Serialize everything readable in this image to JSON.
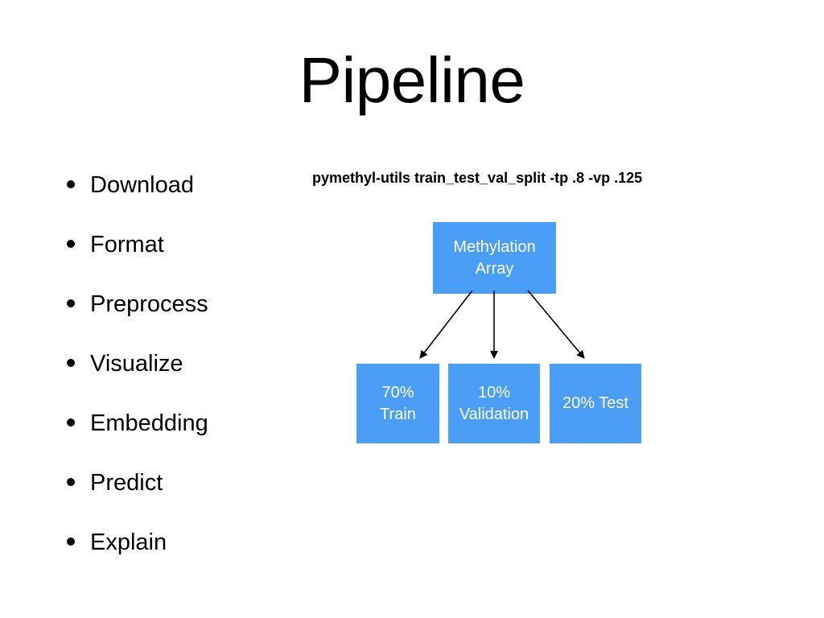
{
  "slide": {
    "title": "Pipeline",
    "bullets": [
      "Download",
      "Format",
      "Preprocess",
      "Visualize",
      "Embedding",
      "Predict",
      "Explain"
    ]
  },
  "diagram": {
    "command": "pymethyl-utils train_test_val_split -tp .8 -vp .125",
    "root_node": "Methylation\nArray",
    "child_nodes": {
      "train": "70%\nTrain",
      "validation": "10%\nValidation",
      "test": "20% Test"
    },
    "colors": {
      "node_fill": "#4a9ef5",
      "node_text": "#ffffff",
      "arrow": "#000000"
    }
  }
}
